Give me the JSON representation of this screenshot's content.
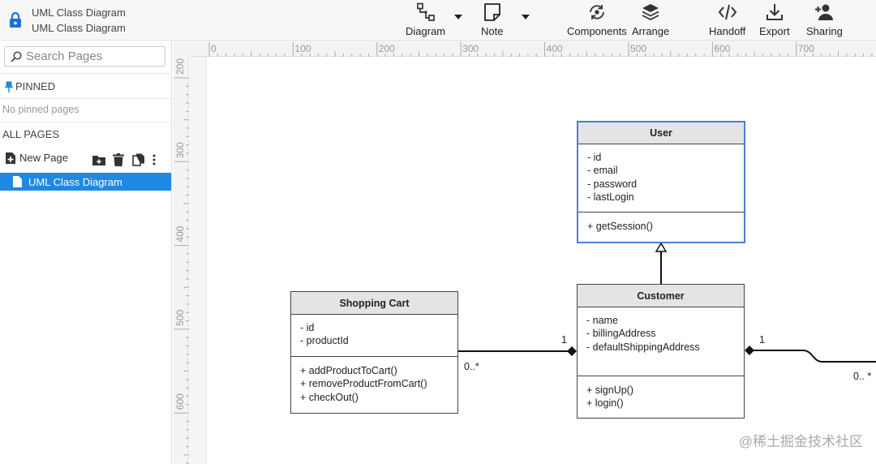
{
  "document": {
    "title": "UML Class Diagram",
    "page_name": "UML Class Diagram"
  },
  "toolbar": {
    "diagram": "Diagram",
    "note": "Note",
    "components": "Components",
    "arrange": "Arrange",
    "handoff": "Handoff",
    "export": "Export",
    "sharing": "Sharing"
  },
  "sidebar": {
    "search_placeholder": "Search Pages",
    "pinned_label": "PINNED",
    "pinned_empty": "No pinned pages",
    "all_pages_label": "ALL PAGES",
    "new_page": "New Page",
    "pages": [
      {
        "name": "UML Class Diagram",
        "selected": true
      }
    ]
  },
  "rulers": {
    "horizontal": [
      "0",
      "100",
      "200",
      "300",
      "400",
      "500",
      "600",
      "700"
    ],
    "vertical": [
      "200",
      "300",
      "400",
      "500",
      "600"
    ]
  },
  "diagram": {
    "classes": [
      {
        "name": "User",
        "attributes": [
          "- id",
          "- email",
          "- password",
          "- lastLogin"
        ],
        "operations": [
          "+ getSession()"
        ]
      },
      {
        "name": "Customer",
        "attributes": [
          "- name",
          "- billingAddress",
          "- defaultShippingAddress"
        ],
        "operations": [
          "+ signUp()",
          "+ login()"
        ]
      },
      {
        "name": "Shopping Cart",
        "attributes": [
          "- id",
          "- productId"
        ],
        "operations": [
          "+ addProductToCart()",
          "+ removeProductFromCart()",
          "+ checkOut()"
        ]
      }
    ],
    "multiplicities": {
      "cart_customer": "1",
      "cart_side": "0..*",
      "customer_right": "1",
      "right_side": "0.. *"
    }
  },
  "watermark": "@稀土掘金技术社区",
  "colors": {
    "accent": "#1e88e5",
    "selection": "#4c7fd1",
    "class_header": "#e4e4e4"
  }
}
